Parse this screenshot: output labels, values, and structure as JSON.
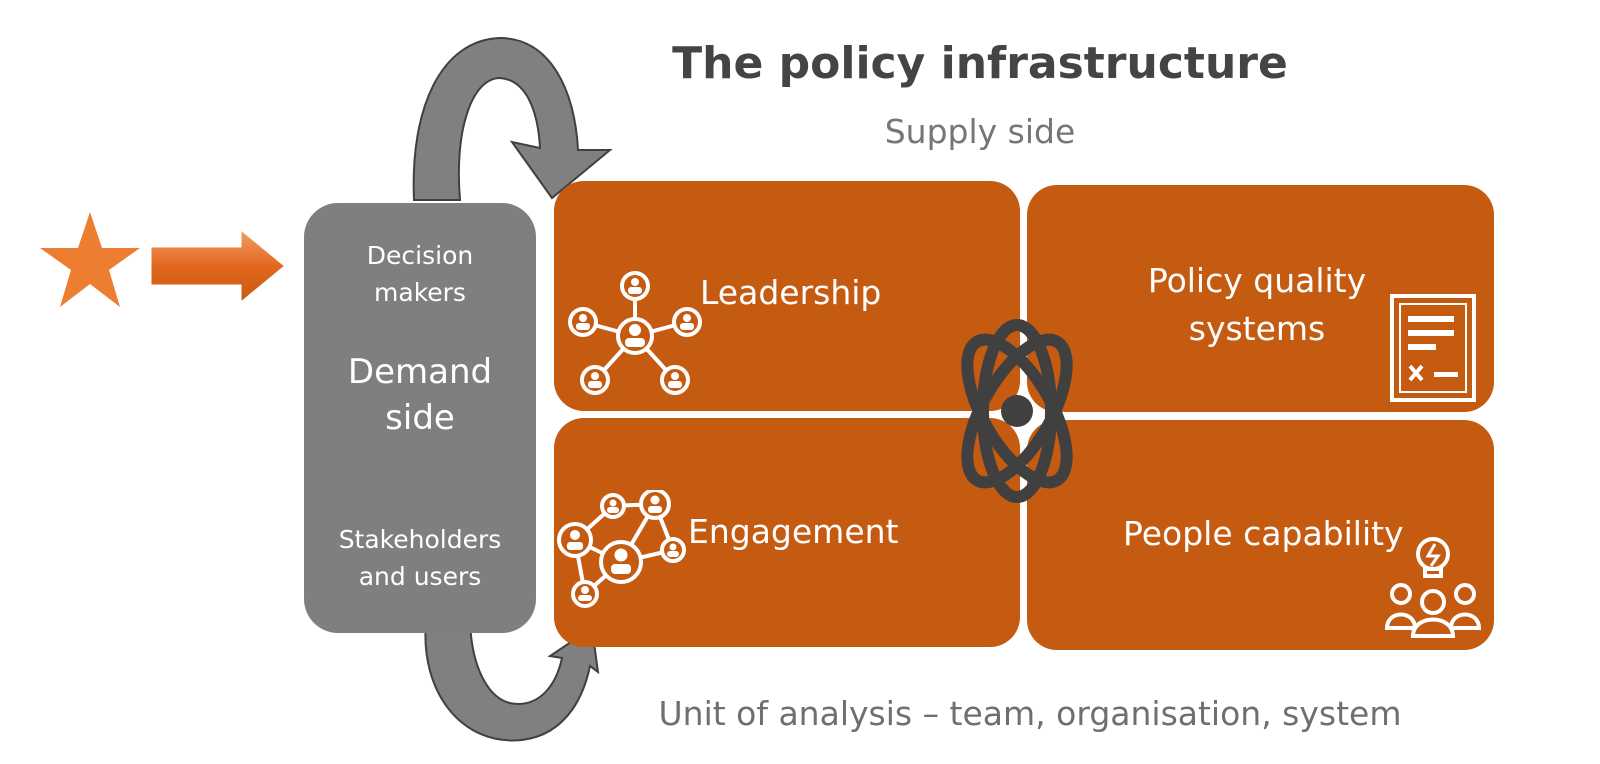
{
  "title": "The policy infrastructure",
  "subtitle": "Supply side",
  "footer": "Unit of analysis – team, organisation, system",
  "demand": {
    "top": "Decision makers",
    "top_line1": "Decision",
    "top_line2": "makers",
    "middle_line1": "Demand",
    "middle_line2": "side",
    "bottom_line1": "Stakeholders",
    "bottom_line2": "and users"
  },
  "quadrants": {
    "leadership": "Leadership",
    "policy_line1": "Policy quality",
    "policy_line2": "systems",
    "engagement": "Engagement",
    "people": "People capability"
  },
  "colors": {
    "orange": "#c55a11",
    "star": "#ed7d31",
    "grey_box": "#7f7f7f",
    "atom": "#404040",
    "arrow_grey": "#7f7f7f"
  },
  "icons": [
    "star-icon",
    "right-arrow-icon",
    "network-icon",
    "document-icon",
    "atom-icon",
    "connected-people-icon",
    "team-idea-icon",
    "curved-arrow-icon"
  ]
}
